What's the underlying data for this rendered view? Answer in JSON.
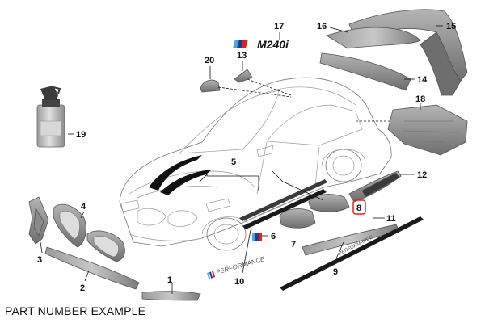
{
  "caption": "PART NUMBER EXAMPLE",
  "badge_text": "M240i",
  "performance_text": "PERFORMANCE",
  "callouts": [
    {
      "id": "c1",
      "label": "1"
    },
    {
      "id": "c2",
      "label": "2"
    },
    {
      "id": "c3",
      "label": "3"
    },
    {
      "id": "c4",
      "label": "4"
    },
    {
      "id": "c5",
      "label": "5"
    },
    {
      "id": "c6",
      "label": "6"
    },
    {
      "id": "c7",
      "label": "7"
    },
    {
      "id": "c8",
      "label": "8",
      "highlighted": true
    },
    {
      "id": "c9",
      "label": "9"
    },
    {
      "id": "c10",
      "label": "10"
    },
    {
      "id": "c11",
      "label": "11"
    },
    {
      "id": "c12",
      "label": "12"
    },
    {
      "id": "c13",
      "label": "13"
    },
    {
      "id": "c14",
      "label": "14"
    },
    {
      "id": "c15",
      "label": "15"
    },
    {
      "id": "c16",
      "label": "16"
    },
    {
      "id": "c17",
      "label": "17"
    },
    {
      "id": "c18",
      "label": "18"
    },
    {
      "id": "c19",
      "label": "19"
    },
    {
      "id": "c20",
      "label": "20"
    }
  ],
  "colors": {
    "part_fill": "#8a8a8a",
    "part_dark": "#3a3a3a",
    "highlight": "#e0231f",
    "m_blue_light": "#4fa3e0",
    "m_blue_dark": "#1b3f8f",
    "m_red": "#e0231f"
  }
}
